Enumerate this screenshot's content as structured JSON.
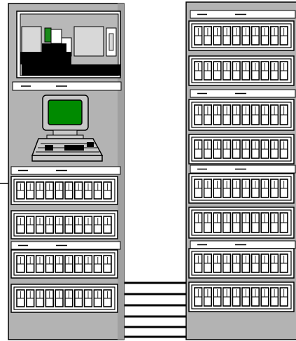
{
  "illustration": {
    "left_rack": {
      "monitor_screen_color": "#008a00",
      "top_screen_accent": "#1a8a1a",
      "drawer_units": 4,
      "slots_per_unit": 10
    },
    "right_rack": {
      "drawer_units": 8,
      "slots_per_unit": 10
    },
    "colors": {
      "rack_fill": "#b3b3b3",
      "frame_stroke": "#000000",
      "panel_fill": "#ffffff",
      "slot_fill": "#ffffff",
      "monitor_fill": "#c8c8c8",
      "dark_block": "#000000"
    }
  }
}
